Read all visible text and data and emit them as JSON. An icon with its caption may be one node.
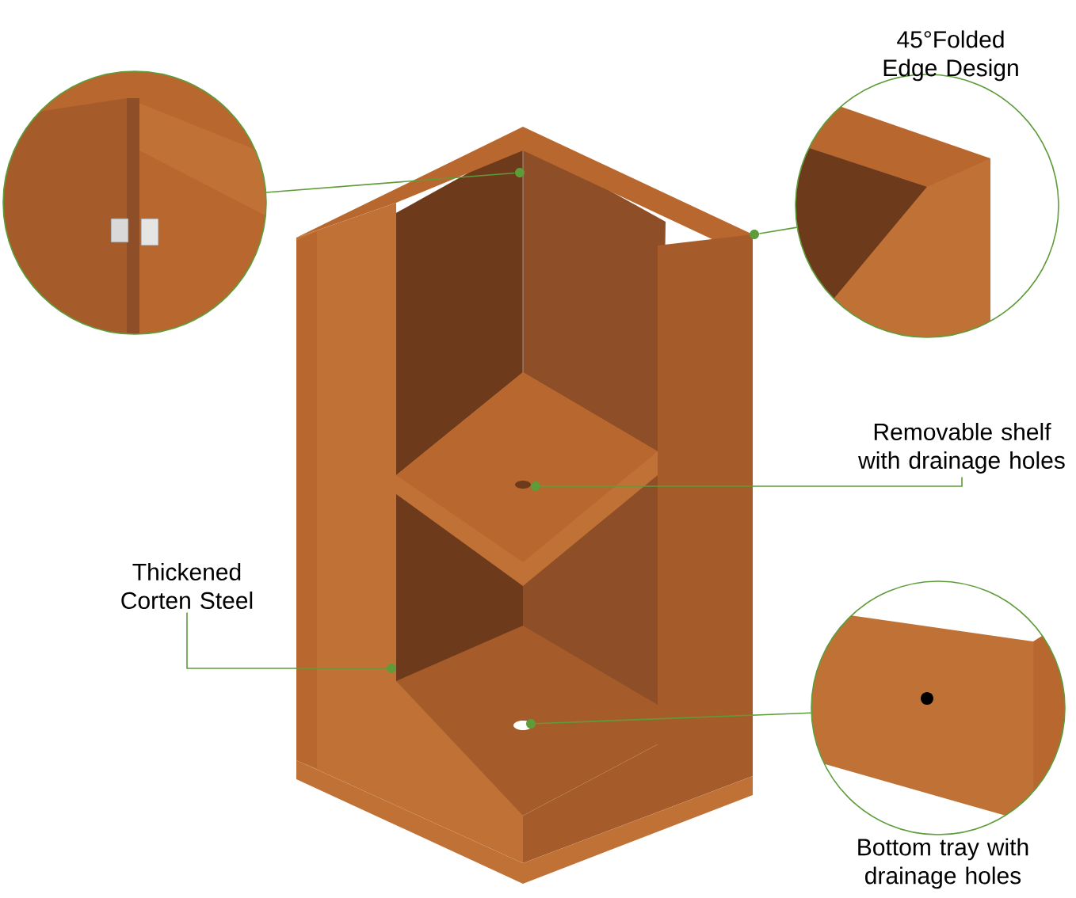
{
  "diagram": {
    "nodes": [
      {
        "text": [],
        "shape": "picture"
      },
      {
        "text": [
          "45°Folded Edge Design"
        ]
      },
      {
        "text": [
          "Removable shelf with drainage holes"
        ]
      },
      {
        "text": [
          "Thickened Corten Steel"
        ]
      },
      {
        "text": [
          "Bottom tray with drainage holes"
        ]
      },
      {
        "text": [],
        "shape": "picture"
      },
      {
        "text": [],
        "shape": "circle",
        "in": 5
      },
      {
        "text": [],
        "shape": "circle",
        "in": 5
      },
      {
        "text": [],
        "shape": "circle",
        "in": 5
      },
      {
        "text": [],
        "shape": "circle",
        "in": 5
      },
      {
        "text": [],
        "shape": "circle",
        "in": 5
      }
    ],
    "edges": [
      {
        "from": 0,
        "to": 6,
        "arrow": "none"
      },
      {
        "from": 1,
        "to": 7,
        "arrow": "none"
      },
      {
        "from": 2,
        "to": 8,
        "arrow": "none"
      },
      {
        "from": 3,
        "to": 9,
        "arrow": "none"
      },
      {
        "from": 4,
        "to": 10,
        "arrow": "none"
      }
    ]
  }
}
